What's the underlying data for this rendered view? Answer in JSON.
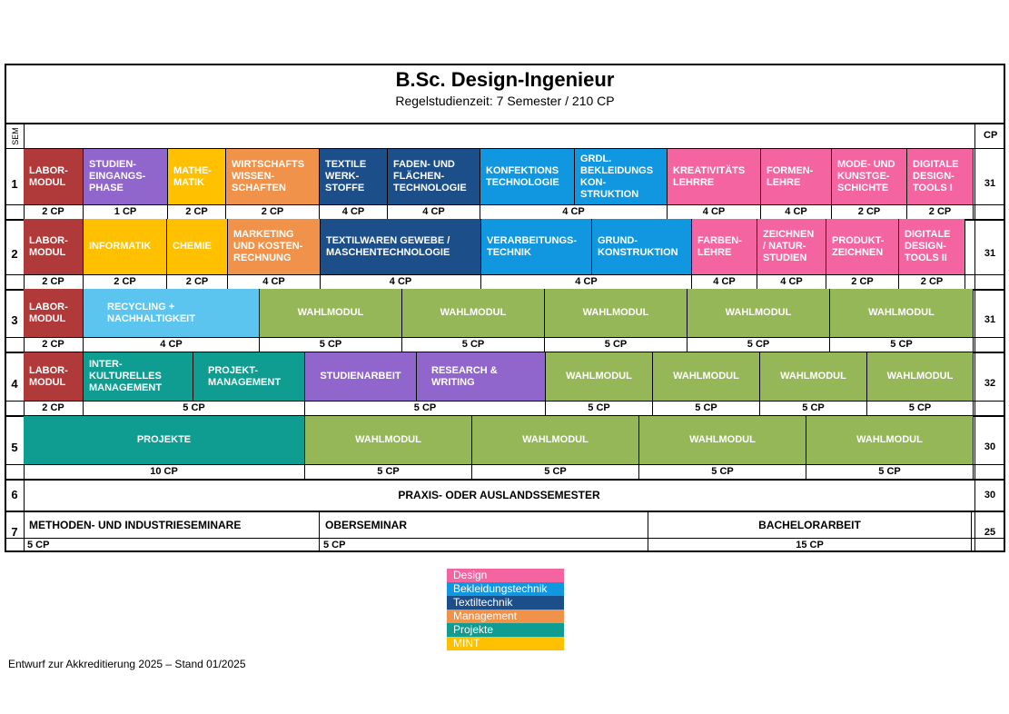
{
  "header": {
    "title": "B.Sc. Design-Ingenieur",
    "subtitle": "Regelstudienzeit: 7 Semester / 210 CP"
  },
  "columns": {
    "sem": "SEM",
    "cp": "CP"
  },
  "semesters": [
    {
      "num": "1",
      "total": "31",
      "modules": [
        {
          "label": "LABOR-\nMODUL",
          "w": 66,
          "c": "lab"
        },
        {
          "label": "STUDIEN-\nEINGANGS-\nPHASE",
          "w": 93,
          "c": "stu"
        },
        {
          "label": "MATHE-\nMATIK",
          "w": 64,
          "c": "mint"
        },
        {
          "label": "WIRTSCHAFTS\nWISSEN-\nSCHAFTEN",
          "w": 103,
          "c": "man"
        },
        {
          "label": "TEXTILE\nWERK-\nSTOFFE",
          "w": 75,
          "c": "tex"
        },
        {
          "label": "FADEN- UND\nFLÄCHEN-\nTECHNOLOGIE",
          "w": 102,
          "c": "tex"
        },
        {
          "label": "KONFEKTIONS\nTECHNOLOGIE",
          "w": 104,
          "c": "bek"
        },
        {
          "label": "GRDL.\nBEKLEIDUNGS\nKON-\nSTRUKTION",
          "w": 102,
          "c": "bek"
        },
        {
          "label": "KREATIVITÄTS\nLEHRRE",
          "w": 103,
          "c": "des"
        },
        {
          "label": "FORMEN-\nLEHRE",
          "w": 78,
          "c": "des"
        },
        {
          "label": "MODE- UND\nKUNSTGE-\nSCHICHTE",
          "w": 83,
          "c": "des"
        },
        {
          "label": "DIGITALE\nDESIGN-\nTOOLS I",
          "w": 73,
          "c": "des"
        }
      ],
      "cps": [
        {
          "t": "2 CP",
          "w": 66
        },
        {
          "t": "1 CP",
          "w": 93
        },
        {
          "t": "2 CP",
          "w": 64
        },
        {
          "t": "2 CP",
          "w": 103
        },
        {
          "t": "4 CP",
          "w": 75
        },
        {
          "t": "4 CP",
          "w": 102
        },
        {
          "t": "4 CP",
          "w": 206
        },
        {
          "t": "4 CP",
          "w": 103
        },
        {
          "t": "4 CP",
          "w": 78
        },
        {
          "t": "2 CP",
          "w": 83
        },
        {
          "t": "2 CP",
          "w": 73
        }
      ]
    },
    {
      "num": "2",
      "total": "31",
      "modules": [
        {
          "label": "LABOR-\nMODUL",
          "w": 66,
          "c": "lab"
        },
        {
          "label": "INFORMATIK",
          "w": 92,
          "c": "mint"
        },
        {
          "label": "CHEMIE",
          "w": 67,
          "c": "mint"
        },
        {
          "label": "MARKETING\nUND KOSTEN-\nRECHNUNG",
          "w": 102,
          "c": "man"
        },
        {
          "label": "TEXTILWAREN GEWEBE /\nMASCHENTECHNOLOGIE",
          "w": 177,
          "c": "tex"
        },
        {
          "label": "VERARBEITUNGS-\nTECHNIK",
          "w": 122,
          "c": "bek"
        },
        {
          "label": "GRUND-\nKONSTRUKTION",
          "w": 110,
          "c": "bek"
        },
        {
          "label": "FARBEN-\nLEHRE",
          "w": 72,
          "c": "des"
        },
        {
          "label": "ZEICHNEN\n/ NATUR-\nSTUDIEN",
          "w": 76,
          "c": "des"
        },
        {
          "label": "PRODUKT-\nZEICHNEN",
          "w": 80,
          "c": "des"
        },
        {
          "label": "DIGITALE\nDESIGN-\nTOOLS II",
          "w": 73,
          "c": "des"
        }
      ],
      "cps": [
        {
          "t": "2 CP",
          "w": 66
        },
        {
          "t": "2 CP",
          "w": 92
        },
        {
          "t": "2 CP",
          "w": 67
        },
        {
          "t": "4 CP",
          "w": 102
        },
        {
          "t": "4 CP",
          "w": 177
        },
        {
          "t": "4 CP",
          "w": 232
        },
        {
          "t": "4 CP",
          "w": 72
        },
        {
          "t": "4 CP",
          "w": 76
        },
        {
          "t": "2 CP",
          "w": 80
        },
        {
          "t": "2 CP",
          "w": 73
        }
      ]
    },
    {
      "num": "3",
      "total": "31",
      "modules": [
        {
          "label": "LABOR-\nMODUL",
          "w": 66,
          "c": "lab"
        },
        {
          "label": "RECYCLING +\nNACHHALTIGKEIT",
          "w": 194,
          "c": "rec",
          "pad": 26
        },
        {
          "label": "WAHLMODUL",
          "w": 157,
          "c": "wahl",
          "center": true
        },
        {
          "label": "WAHLMODUL",
          "w": 157,
          "c": "wahl",
          "center": true
        },
        {
          "label": "WAHLMODUL",
          "w": 157,
          "c": "wahl",
          "center": true
        },
        {
          "label": "WAHLMODUL",
          "w": 157,
          "c": "wahl",
          "center": true
        },
        {
          "label": "WAHLMODUL",
          "w": 158,
          "c": "wahl",
          "center": true
        }
      ],
      "cps": [
        {
          "t": "2 CP",
          "w": 66
        },
        {
          "t": "4 CP",
          "w": 194
        },
        {
          "t": "5 CP",
          "w": 157
        },
        {
          "t": "5 CP",
          "w": 157
        },
        {
          "t": "5 CP",
          "w": 157
        },
        {
          "t": "5 CP",
          "w": 157
        },
        {
          "t": "5 CP",
          "w": 158
        }
      ]
    },
    {
      "num": "4",
      "total": "32",
      "modules": [
        {
          "label": "LABOR-\nMODUL",
          "w": 66,
          "c": "lab"
        },
        {
          "label": "INTER-\nKULTURELLES\nMANAGEMENT",
          "w": 121,
          "c": "pro"
        },
        {
          "label": "PROJEKT-\nMANAGEMENT",
          "w": 123,
          "c": "pro",
          "pad": 16
        },
        {
          "label": "STUDIENARBEIT",
          "w": 123,
          "c": "stu",
          "center": true
        },
        {
          "label": "RESEARCH &\nWRITING",
          "w": 142,
          "c": "stu",
          "pad": 16
        },
        {
          "label": "WAHLMODUL",
          "w": 118,
          "c": "wahl",
          "center": true
        },
        {
          "label": "WAHLMODUL",
          "w": 118,
          "c": "wahl",
          "center": true
        },
        {
          "label": "WAHLMODUL",
          "w": 118,
          "c": "wahl",
          "center": true
        },
        {
          "label": "WAHLMODUL",
          "w": 117,
          "c": "wahl",
          "center": true
        }
      ],
      "cps": [
        {
          "t": "2 CP",
          "w": 66
        },
        {
          "t": "5 CP",
          "w": 244
        },
        {
          "t": "5 CP",
          "w": 265
        },
        {
          "t": "5 CP",
          "w": 118
        },
        {
          "t": "5 CP",
          "w": 118
        },
        {
          "t": "5 CP",
          "w": 118
        },
        {
          "t": "5 CP",
          "w": 117
        }
      ]
    },
    {
      "num": "5",
      "total": "30",
      "modules": [
        {
          "label": "PROJEKTE",
          "w": 310,
          "c": "pro",
          "center": true
        },
        {
          "label": "WAHLMODUL",
          "w": 184,
          "c": "wahl",
          "center": true
        },
        {
          "label": "WAHLMODUL",
          "w": 184,
          "c": "wahl",
          "center": true
        },
        {
          "label": "WAHLMODUL",
          "w": 184,
          "c": "wahl",
          "center": true
        },
        {
          "label": "WAHLMODUL",
          "w": 184,
          "c": "wahl",
          "center": true
        }
      ],
      "cps": [
        {
          "t": "10 CP",
          "w": 310
        },
        {
          "t": "5 CP",
          "w": 184
        },
        {
          "t": "5 CP",
          "w": 184
        },
        {
          "t": "5 CP",
          "w": 184
        },
        {
          "t": "5 CP",
          "w": 184
        }
      ]
    }
  ],
  "sem6": {
    "num": "6",
    "label": "PRAXIS- ODER AUSLANDSSEMESTER",
    "total": "30"
  },
  "sem7": {
    "num": "7",
    "total": "25",
    "items": [
      {
        "label": "METHODEN- UND INDUSTRIESEMINARE",
        "w": 326
      },
      {
        "label": "OBERSEMINAR",
        "w": 362
      },
      {
        "label": "BACHELORARBEIT",
        "w": 356,
        "center": true
      }
    ],
    "cps": [
      {
        "t": "5 CP",
        "w": 326,
        "left": true
      },
      {
        "t": "5 CP",
        "w": 362,
        "left": true
      },
      {
        "t": "15 CP",
        "w": 356
      }
    ]
  },
  "legend": [
    {
      "label": "Design",
      "color": "#F464A0"
    },
    {
      "label": "Bekleidungstechnik",
      "color": "#1097E0"
    },
    {
      "label": "Textiltechnik",
      "color": "#1C4E8A"
    },
    {
      "label": "Management",
      "color": "#F0924A"
    },
    {
      "label": "Projekte",
      "color": "#0E9D90"
    },
    {
      "label": "MINT",
      "color": "#FFC000"
    }
  ],
  "footer": "Entwurf zur Akkreditierung 2025 – Stand 01/2025"
}
